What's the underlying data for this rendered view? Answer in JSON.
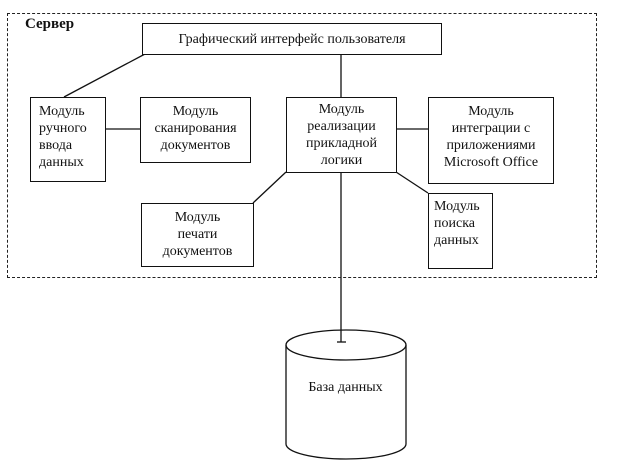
{
  "frame": {
    "label": "Сервер"
  },
  "boxes": {
    "gui": {
      "lines": [
        "Графический интерфейс пользователя"
      ]
    },
    "manual_input": {
      "lines": [
        "Модуль",
        "ручного",
        "ввода",
        "данных"
      ]
    },
    "scanning": {
      "lines": [
        "Модуль",
        "сканирования",
        "документов"
      ]
    },
    "logic": {
      "lines": [
        "Модуль",
        "реализации",
        "прикладной",
        "логики"
      ]
    },
    "ms_office": {
      "lines": [
        "Модуль",
        "интеграции с",
        "приложениями",
        "Microsoft Office"
      ]
    },
    "printing": {
      "lines": [
        "Модуль",
        "печати",
        "документов"
      ]
    },
    "search": {
      "lines": [
        "Модуль",
        "поиска",
        "данных"
      ]
    }
  },
  "database": {
    "label": "База данных"
  }
}
